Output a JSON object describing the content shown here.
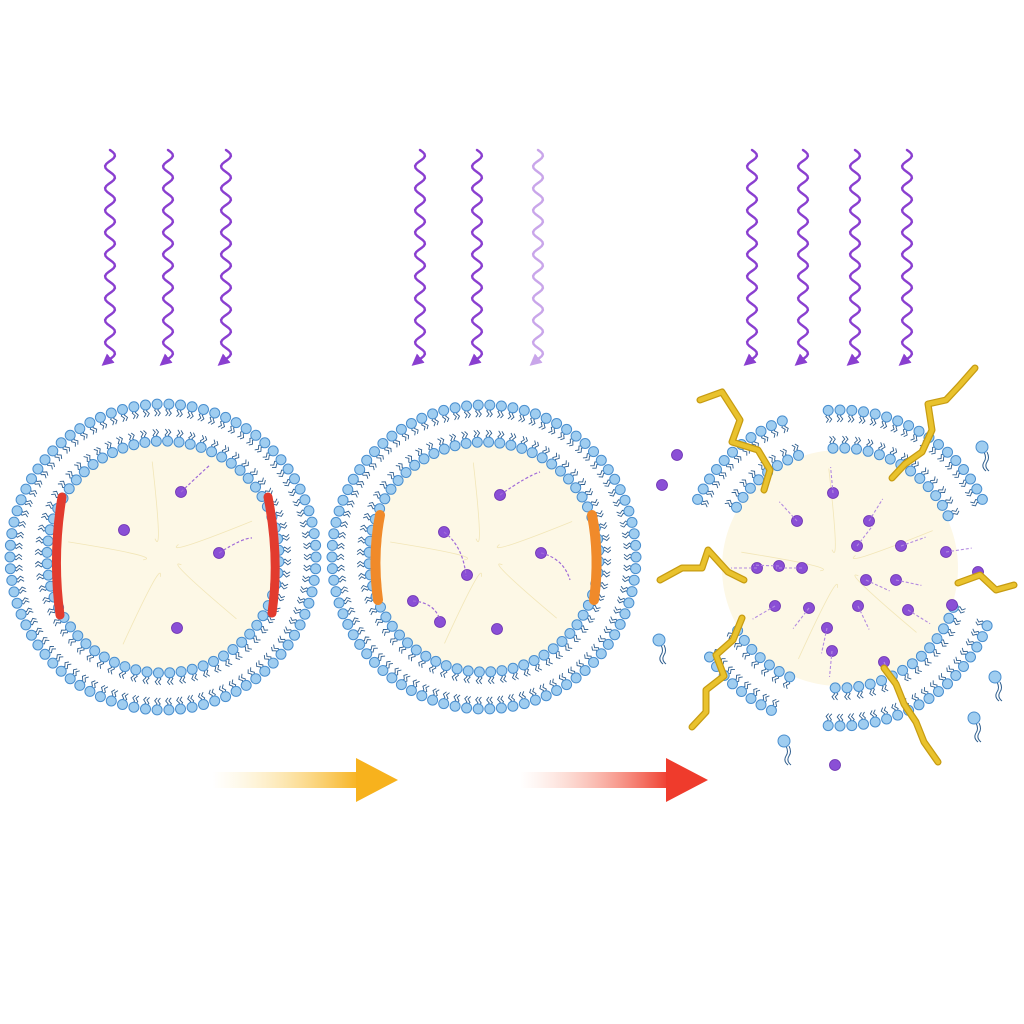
{
  "figure": {
    "description_free": true,
    "colors": {
      "background": "#ffffff",
      "head_fill": "#9fcdf0",
      "head_stroke": "#4a8fcf",
      "tail": "#2f5e8e",
      "core": "#fdf8e6",
      "light_ray": "#8a3fd0",
      "light_ray_faded": "#c9a6ea",
      "particle": "#8a4fd6",
      "marker_stage1": "#e23b2e",
      "marker_stage2": "#f08a2a",
      "yellow_chain": "#e9c22d",
      "arrow_stage1": "#f7b21d",
      "arrow_stage2": "#ef3b2c"
    },
    "stages": [
      {
        "id": "stage-1-intact",
        "rays": 3,
        "faded_rays": 0,
        "marker": "red",
        "state": "intact"
      },
      {
        "id": "stage-2-weakened",
        "rays": 3,
        "faded_rays": 1,
        "marker": "orange",
        "state": "intact"
      },
      {
        "id": "stage-3-ruptured",
        "rays": 4,
        "faded_rays": 0,
        "marker": "none",
        "state": "ruptured"
      }
    ],
    "progress_arrows": [
      {
        "id": "arrow-1",
        "color": "yellow"
      },
      {
        "id": "arrow-2",
        "color": "red"
      }
    ]
  }
}
